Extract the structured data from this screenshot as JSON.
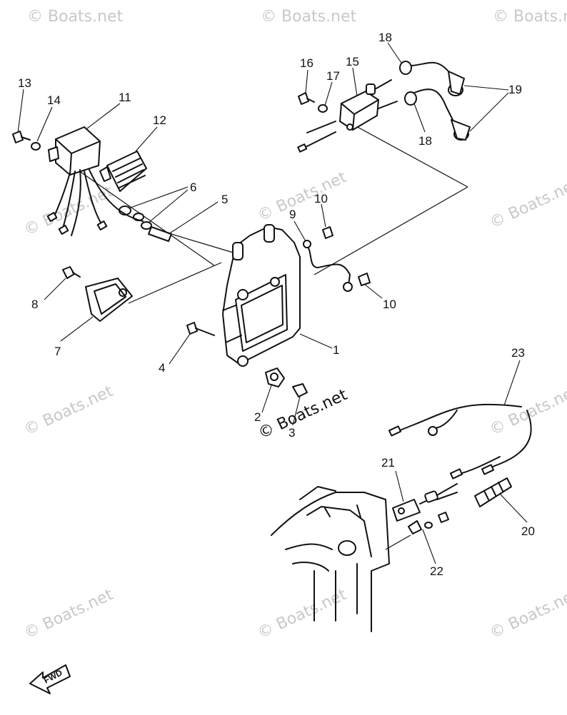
{
  "watermark": "© Boats.net",
  "direction_label": "FWD",
  "callouts": [
    "1",
    "2",
    "3",
    "4",
    "5",
    "6",
    "7",
    "8",
    "9",
    "10",
    "10",
    "11",
    "12",
    "13",
    "14",
    "15",
    "16",
    "17",
    "18",
    "18",
    "19",
    "20",
    "21",
    "22",
    "23"
  ]
}
